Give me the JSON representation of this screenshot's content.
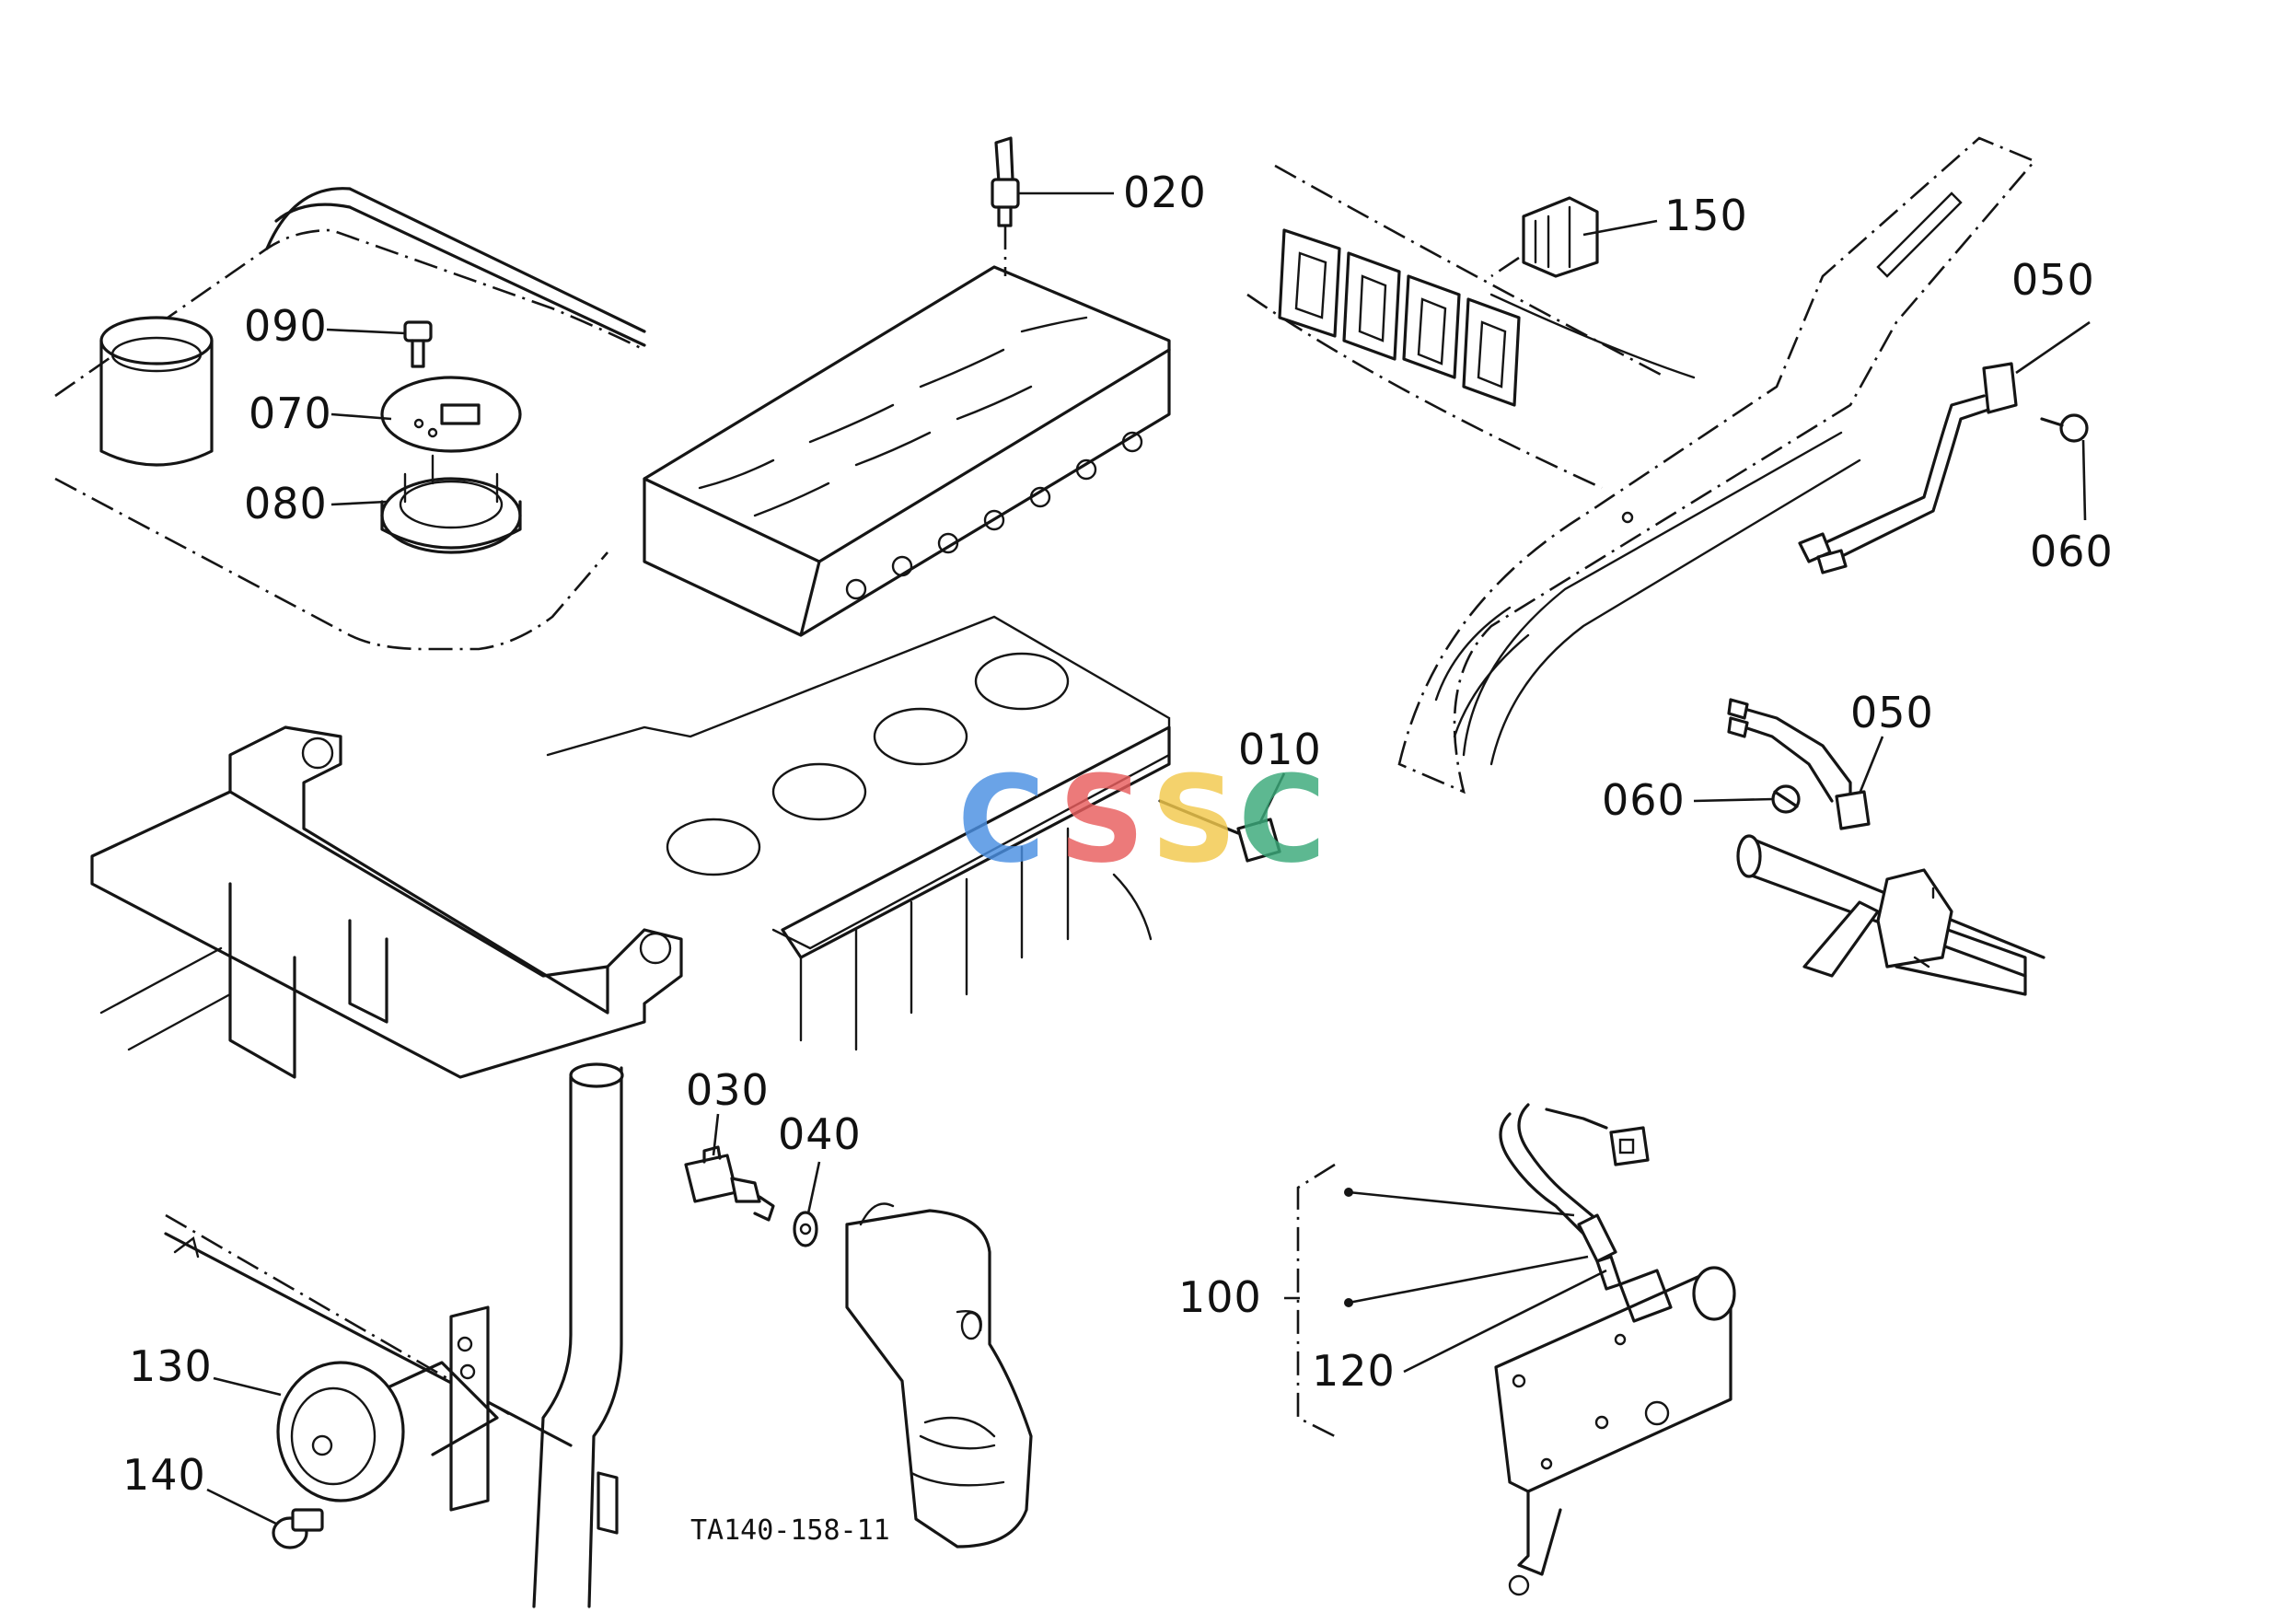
{
  "figure_code": "TA140-158-11",
  "callouts": {
    "p010": "010",
    "p020": "020",
    "p030": "030",
    "p040": "040",
    "p050a": "050",
    "p050b": "050",
    "p060a": "060",
    "p060b": "060",
    "p070": "070",
    "p080": "080",
    "p090": "090",
    "p100": "100",
    "p120": "120",
    "p130": "130",
    "p140": "140",
    "p150": "150"
  },
  "watermark": {
    "letters": [
      "C",
      "S",
      "S",
      "C"
    ],
    "colors": [
      "#4a90e2",
      "#e85d5d",
      "#f2c94c",
      "#3aa97a"
    ]
  }
}
